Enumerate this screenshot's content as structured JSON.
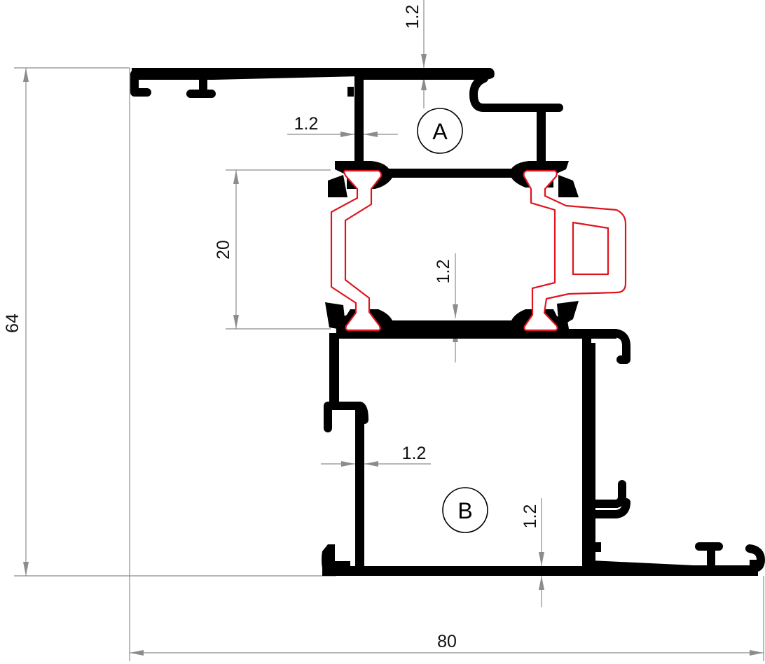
{
  "dimensions": {
    "overall_height": "64",
    "overall_width": "80",
    "thermal_break_height": "20",
    "wall_top": "1.2",
    "wall_left_upper": "1.2",
    "wall_middle": "1.2",
    "wall_left_lower": "1.2",
    "wall_bottom": "1.2"
  },
  "chambers": {
    "upper": "A",
    "lower": "B"
  },
  "colors": {
    "profile": "#000000",
    "thermal_break": "#e0141e",
    "dimension_lines": "#8c8c8c"
  }
}
